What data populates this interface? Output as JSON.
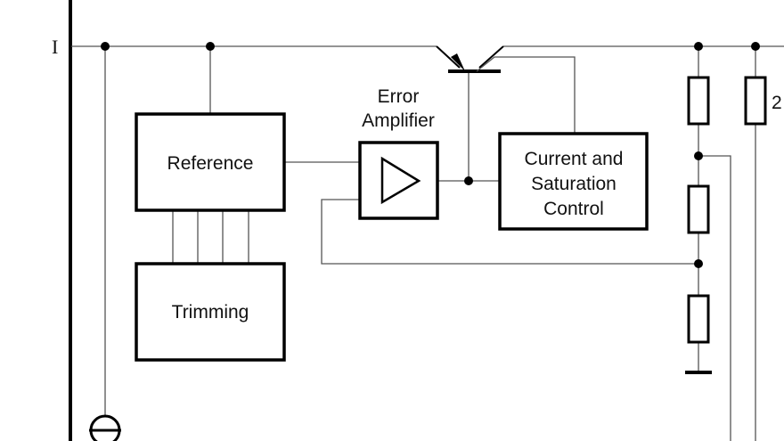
{
  "diagram": {
    "pin_input": "I",
    "pin_right": "2",
    "blocks": {
      "reference": "Reference",
      "trimming": "Trimming",
      "error_amplifier": [
        "Error",
        "Amplifier"
      ],
      "current_saturation": [
        "Current and",
        "Saturation",
        "Control"
      ]
    },
    "colors": {
      "line": "#000000",
      "wire": "#555555",
      "background": "#ffffff"
    }
  }
}
